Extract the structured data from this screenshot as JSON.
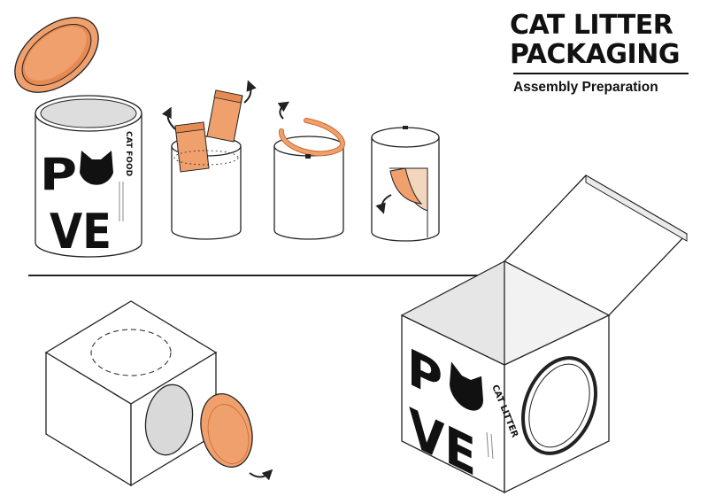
{
  "title": {
    "line1": "CAT LITTER",
    "line2": "PACKAGING"
  },
  "subtitle": "Assembly Preparation",
  "can": {
    "brand_pov": "POV",
    "brand_e": "E",
    "label": "CAT FOOD"
  },
  "cube": {
    "brand_pov": "POV",
    "brand_e": "E",
    "label": "CAT LITTER"
  },
  "colors": {
    "accent": "#F0A06C",
    "accent_dark": "#C96A32",
    "stroke": "#222222",
    "grey_fill": "#D9D9D9",
    "shade": "#EAEAEA"
  },
  "icons": [
    "rotate-arrow-icon",
    "cat-head-icon"
  ]
}
